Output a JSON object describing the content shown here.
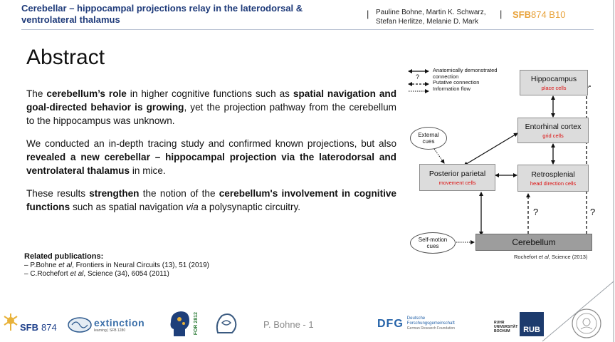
{
  "header": {
    "title": "Cerebellar – hippocampal projections relay in the laterodorsal & ventrolateral thalamus",
    "separator": "|",
    "authors_line1": "Pauline Bohne, Martin K. Schwarz,",
    "authors_line2": "Stefan Herlitze, Melanie D. Mark",
    "sfb_bold": "SFB",
    "sfb_rest": "874 B10"
  },
  "abstract": {
    "heading": "Abstract",
    "p1": {
      "a": "The ",
      "b": "cerebellum’s role",
      "c": " in higher cognitive functions such as ",
      "d": "spatial navigation and goal-directed behavior is growing",
      "e": ", yet the projection pathway from the cerebellum to the hippocampus was unknown."
    },
    "p2": {
      "a": "We conducted an in-depth tracing study and confirmed known projections, but also ",
      "b": "revealed a new cerebellar – hippocampal projection via the laterodorsal and ventrolateral thalamus",
      "c": " in mice."
    },
    "p3": {
      "a": "These results ",
      "b": "strengthen",
      "c": " the notion of the ",
      "d": "cerebellum's involvement in cognitive functions",
      "e": " such as spatial navigation ",
      "f": "via",
      "g": " a polysynaptic circuitry."
    }
  },
  "related": {
    "title": "Related publications:",
    "pub1": {
      "a": "– P.Bohne ",
      "b": "et al",
      "c": ", Frontiers in Neural Circuits (13), 51 (2019)"
    },
    "pub2": {
      "a": "– C.Rochefort ",
      "b": "et al",
      "c": ", Science (34), 6054 (2011)"
    }
  },
  "diagram": {
    "legend": {
      "item1_line1": "Anatomically demonstrated",
      "item1_line2": "connection",
      "item1_mark": "?",
      "item2": "Putative connection",
      "item3": "Information flow"
    },
    "hippocampus": {
      "title": "Hippocampus",
      "sub": "place cells"
    },
    "entorhinal": {
      "title": "Entorhinal cortex",
      "sub": "grid cells"
    },
    "posterior": {
      "title": "Posterior parietal",
      "sub": "movement cells"
    },
    "retrosplenial": {
      "title": "Retrosplenial",
      "sub": "head direction cells"
    },
    "external": {
      "line1": "External",
      "line2": "cues"
    },
    "selfmotion": {
      "line1": "Self-motion",
      "line2": "cues"
    },
    "cerebellum": "Cerebellum",
    "q1": "?",
    "q2": "?",
    "citation": {
      "a": "Rochefort ",
      "b": "et al",
      "c": ", Science (2013)"
    }
  },
  "footer": {
    "sfb_label": "SFB",
    "sfb_num": "874",
    "extinction": "extinction",
    "extinction_sub": "learning | SFB 1280",
    "for_label": "FOR 2812",
    "page": "P. Bohne - 1",
    "dfg": "DFG",
    "dfg_line1": "Deutsche",
    "dfg_line2": "Forschungsgemeinschaft",
    "dfg_line3": "German Research Foundation",
    "ruhr_line1": "RUHR",
    "ruhr_line2": "UNIVERSITÄT",
    "ruhr_line3": "BOCHUM",
    "rub": "RUB"
  }
}
